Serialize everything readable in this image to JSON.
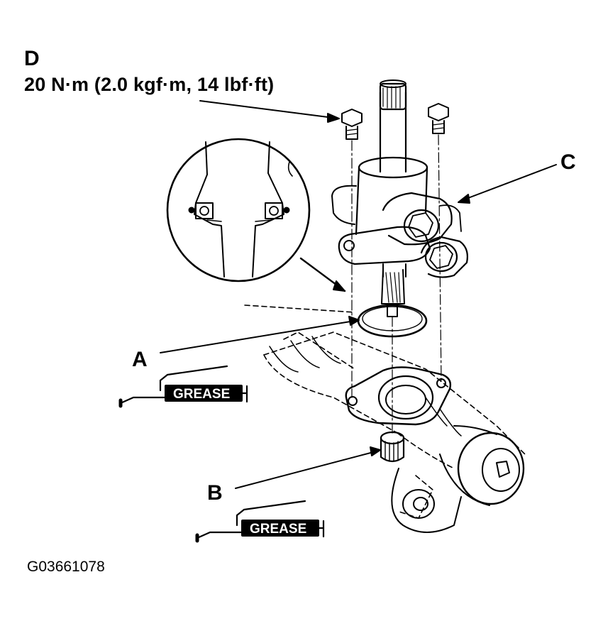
{
  "callouts": {
    "d": "D",
    "torque": "20 N·m (2.0 kgf·m, 14 lbf·ft)",
    "c": "C",
    "a": "A",
    "b": "B"
  },
  "grease_tags": [
    "GREASE",
    "GREASE"
  ],
  "figure_id": "G03661078",
  "colors": {
    "line": "#000000",
    "background": "#ffffff"
  }
}
